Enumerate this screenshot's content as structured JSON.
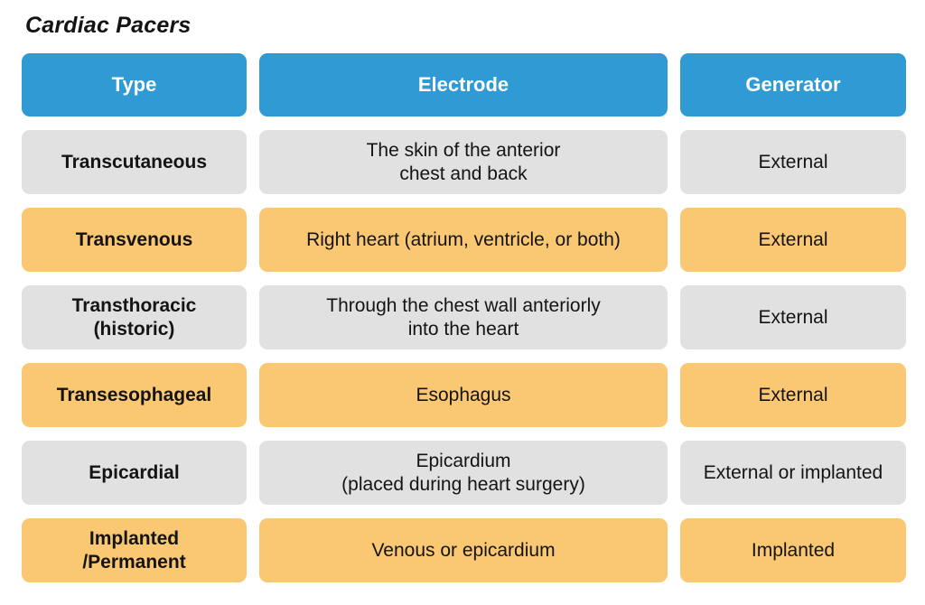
{
  "title": "Cardiac Pacers",
  "colors": {
    "header_bg": "#2f9ad3",
    "header_text": "#ffffff",
    "row_gray_bg": "#e1e1e1",
    "row_orange_bg": "#fac773",
    "body_text": "#141414",
    "page_bg": "#ffffff"
  },
  "chart_data": {
    "type": "table",
    "title": "Cardiac Pacers",
    "columns": [
      "Type",
      "Electrode",
      "Generator"
    ],
    "rows": [
      {
        "type": "Transcutaneous",
        "electrode": "The skin of the anterior\nchest and back",
        "generator": "External",
        "row_color": "gray"
      },
      {
        "type": "Transvenous",
        "electrode": "Right heart (atrium, ventricle, or both)",
        "generator": "External",
        "row_color": "orange"
      },
      {
        "type": "Transthoracic\n(historic)",
        "electrode": "Through the chest wall anteriorly\ninto the heart",
        "generator": "External",
        "row_color": "gray"
      },
      {
        "type": "Transesophageal",
        "electrode": "Esophagus",
        "generator": "External",
        "row_color": "orange"
      },
      {
        "type": "Epicardial",
        "electrode": "Epicardium\n(placed during heart surgery)",
        "generator": "External or implanted",
        "row_color": "gray"
      },
      {
        "type": "Implanted\n/Permanent",
        "electrode": "Venous or epicardium",
        "generator": "Implanted",
        "row_color": "orange"
      }
    ]
  }
}
